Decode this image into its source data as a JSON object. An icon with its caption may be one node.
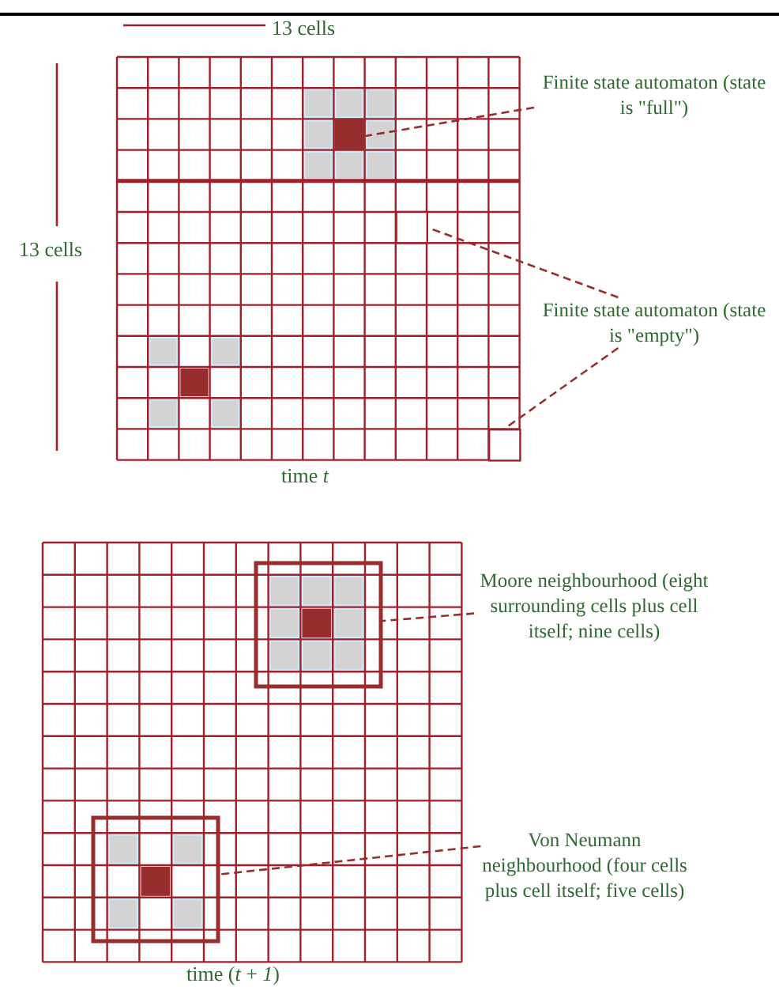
{
  "diagram": {
    "nodes": [
      {
        "text": [
          "Finite state automaton (state is \"full\")"
        ]
      },
      {
        "text": [],
        "shape": "box"
      },
      {
        "text": [
          "Finite state automaton (state is \"empty\")"
        ]
      },
      {
        "text": [],
        "shape": "box"
      },
      {
        "text": [],
        "shape": "box"
      },
      {
        "text": [
          "Moore neighbourhood (eight surrounding cells plus cell itself; nine cells)"
        ]
      },
      {
        "text": [],
        "shape": "box"
      },
      {
        "text": [
          "Von Neumann neighbourhood (four cells plus cell itself; five cells)"
        ]
      },
      {
        "text": [],
        "shape": "box"
      }
    ],
    "edges": [
      {
        "from": 0,
        "to": 1,
        "arrow": "none",
        "style": "dashed"
      },
      {
        "from": 2,
        "to": 3,
        "arrow": "none",
        "style": "dashed"
      },
      {
        "from": 2,
        "to": 4,
        "arrow": "none",
        "style": "dashed"
      },
      {
        "from": 5,
        "to": 6,
        "arrow": "none",
        "style": "dashed"
      },
      {
        "from": 7,
        "to": 8,
        "arrow": "none",
        "style": "dashed"
      }
    ],
    "labels": [
      "13 cells",
      "13 cells",
      "time *t*",
      "time (*t* + *1*)"
    ]
  }
}
